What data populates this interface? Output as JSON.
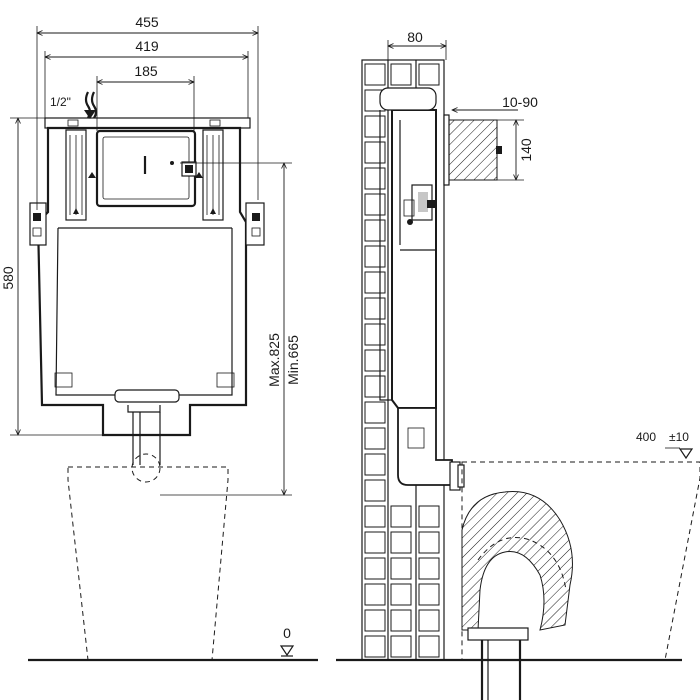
{
  "dimensions": {
    "width_455": "455",
    "width_419": "419",
    "width_185": "185",
    "inlet": "1/2\"",
    "height_580": "580",
    "max_825": "Max.825",
    "min_665": "Min.665",
    "wall_80": "80",
    "range_10_90": "10-90",
    "panel_140": "140",
    "seat_400": "400",
    "seat_tol": "±10",
    "floor_0": "0"
  }
}
